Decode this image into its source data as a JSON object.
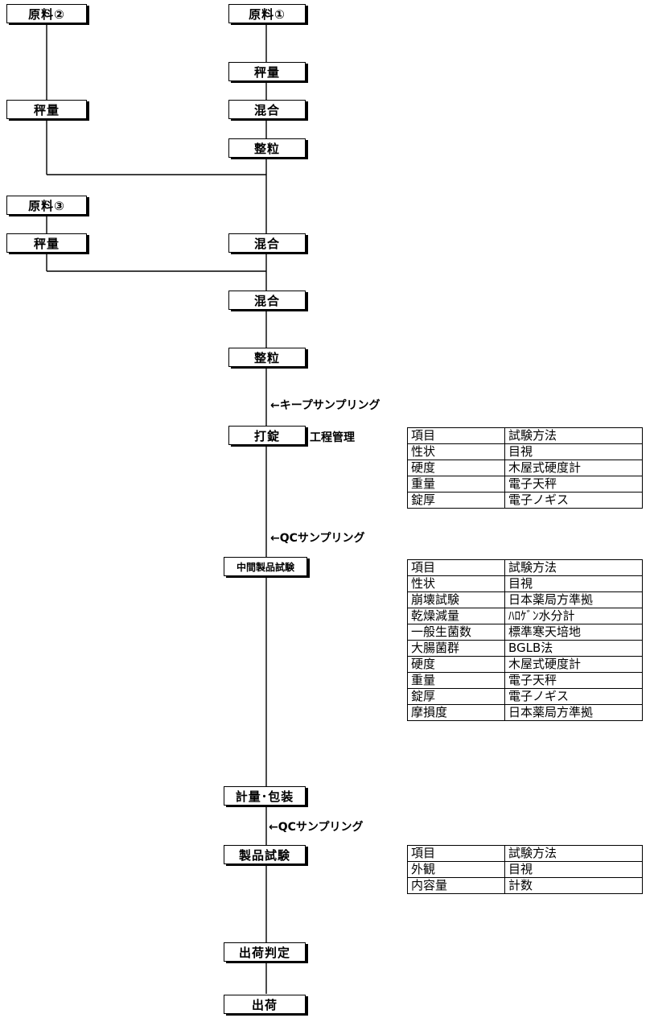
{
  "flow": {
    "material2": "原料②",
    "material1": "原料①",
    "weigh_m1": "秤量",
    "weigh_m2": "秤量",
    "mix_1": "混合",
    "granulate_1": "整粒",
    "material3": "原料③",
    "weigh_m3": "秤量",
    "mix_2": "混合",
    "mix_3": "混合",
    "granulate_2": "整粒",
    "keep_sampling": "←キープサンプリング",
    "tableting": "打錠",
    "process_control": "工程管理",
    "qc_sampling_1": "←QCサンプリング",
    "intermediate_test": "中間製品試験",
    "weigh_pack": "計量･包装",
    "qc_sampling_2": "←QCサンプリング",
    "product_test": "製品試験",
    "release_decision": "出荷判定",
    "shipment": "出荷"
  },
  "tables": {
    "process_control": {
      "header": [
        "項目",
        "試験方法"
      ],
      "rows": [
        [
          "性状",
          "目視"
        ],
        [
          "硬度",
          "木屋式硬度計"
        ],
        [
          "重量",
          "電子天秤"
        ],
        [
          "錠厚",
          "電子ノギス"
        ]
      ]
    },
    "intermediate": {
      "header": [
        "項目",
        "試験方法"
      ],
      "rows": [
        [
          "性状",
          "目視"
        ],
        [
          "崩壊試験",
          "日本薬局方準拠"
        ],
        [
          "乾燥減量",
          "ﾊﾛｹﾞﾝ水分計"
        ],
        [
          "一般生菌数",
          "標準寒天培地"
        ],
        [
          "大腸菌群",
          "BGLB法"
        ],
        [
          "硬度",
          "木屋式硬度計"
        ],
        [
          "重量",
          "電子天秤"
        ],
        [
          "錠厚",
          "電子ノギス"
        ],
        [
          "摩損度",
          "日本薬局方準拠"
        ]
      ]
    },
    "product": {
      "header": [
        "項目",
        "試験方法"
      ],
      "rows": [
        [
          "外観",
          "目視"
        ],
        [
          "内容量",
          "計数"
        ]
      ]
    }
  }
}
